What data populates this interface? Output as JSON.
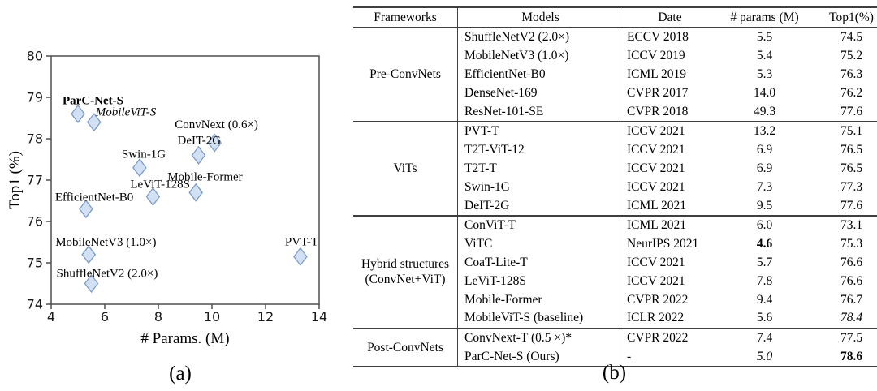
{
  "captions": {
    "a": "(a)",
    "b": "(b)"
  },
  "chart_data": {
    "type": "scatter",
    "xlabel": "# Params. (M)",
    "ylabel": "Top1 (%)",
    "xlim": [
      4,
      14
    ],
    "ylim": [
      74,
      80
    ],
    "xticks": [
      4,
      6,
      8,
      10,
      12,
      14
    ],
    "yticks": [
      74,
      75,
      76,
      77,
      78,
      79,
      80
    ],
    "grid": false,
    "legend": "none",
    "marker": "diamond",
    "marker_fill": "#d2e0f3",
    "marker_stroke": "#7e9cc8",
    "axis_color": "#4f4f4f",
    "points": [
      {
        "label": "ParC-Net-S",
        "x": 5.0,
        "y": 78.6,
        "label_style": "bold",
        "label_dx": -19,
        "label_dy": -12
      },
      {
        "label": "MobileViT-S",
        "x": 5.6,
        "y": 78.4,
        "label_style": "italic",
        "label_dx": 2,
        "label_dy": -8
      },
      {
        "label": "ConvNext (0.6×)",
        "x": 10.1,
        "y": 77.9,
        "label_style": "normal",
        "label_dx": -49,
        "label_dy": -18
      },
      {
        "label": "DeIT-2G",
        "x": 9.5,
        "y": 77.6,
        "label_style": "normal",
        "label_dx": -26,
        "label_dy": -14
      },
      {
        "label": "Swin-1G",
        "x": 7.3,
        "y": 77.3,
        "label_style": "normal",
        "label_dx": -22,
        "label_dy": -12
      },
      {
        "label": "Mobile-Former",
        "x": 9.4,
        "y": 76.7,
        "label_style": "normal",
        "label_dx": -35,
        "label_dy": -15
      },
      {
        "label": "LeViT-128S",
        "x": 7.8,
        "y": 76.6,
        "label_style": "normal",
        "label_dx": -28,
        "label_dy": -11
      },
      {
        "label": "EfficientNet-B0",
        "x": 5.3,
        "y": 76.3,
        "label_style": "normal",
        "label_dx": -38,
        "label_dy": -10
      },
      {
        "label": "MobileNetV3 (1.0×)",
        "x": 5.4,
        "y": 75.2,
        "label_style": "normal",
        "label_dx": -41,
        "label_dy": -11
      },
      {
        "label": "ShuffleNetV2 (2.0×)",
        "x": 5.5,
        "y": 74.5,
        "label_style": "normal",
        "label_dx": -43,
        "label_dy": -8
      },
      {
        "label": "PVT-T",
        "x": 13.3,
        "y": 75.15,
        "label_style": "normal",
        "label_dx": -19,
        "label_dy": -14
      }
    ]
  },
  "table": {
    "headers": [
      "Frameworks",
      "Models",
      "Date",
      "# params (M)",
      "Top1(%)"
    ],
    "sections": [
      {
        "framework": "Pre-ConvNets",
        "rows": [
          {
            "model": "ShuffleNetV2 (2.0×)",
            "date": "ECCV 2018",
            "params": "5.5",
            "top1": "74.5"
          },
          {
            "model": "MobileNetV3 (1.0×)",
            "date": "ICCV 2019",
            "params": "5.4",
            "top1": "75.2"
          },
          {
            "model": "EfficientNet-B0",
            "date": "ICML 2019",
            "params": "5.3",
            "top1": "76.3"
          },
          {
            "model": "DenseNet-169",
            "date": "CVPR 2017",
            "params": "14.0",
            "top1": "76.2"
          },
          {
            "model": "ResNet-101-SE",
            "date": "CVPR 2018",
            "params": "49.3",
            "top1": "77.6"
          }
        ]
      },
      {
        "framework": "ViTs",
        "rows": [
          {
            "model": "PVT-T",
            "date": "ICCV 2021",
            "params": "13.2",
            "top1": "75.1"
          },
          {
            "model": "T2T-ViT-12",
            "date": "ICCV 2021",
            "params": "6.9",
            "top1": "76.5"
          },
          {
            "model": "T2T-T",
            "date": "ICCV 2021",
            "params": "6.9",
            "top1": "76.5"
          },
          {
            "model": "Swin-1G",
            "date": "ICCV 2021",
            "params": "7.3",
            "top1": "77.3"
          },
          {
            "model": "DeIT-2G",
            "date": "ICML 2021",
            "params": "9.5",
            "top1": "77.6"
          }
        ]
      },
      {
        "framework": "Hybrid structures\n(ConvNet+ViT)",
        "rows": [
          {
            "model": "ConViT-T",
            "date": "ICML 2021",
            "params": "6.0",
            "top1": "73.1"
          },
          {
            "model": "ViTC",
            "date": "NeurIPS 2021",
            "params": "4.6",
            "top1": "75.3",
            "params_style": "bold"
          },
          {
            "model": "CoaT-Lite-T",
            "date": "ICCV 2021",
            "params": "5.7",
            "top1": "76.6"
          },
          {
            "model": "LeViT-128S",
            "date": "ICCV 2021",
            "params": "7.8",
            "top1": "76.6"
          },
          {
            "model": "Mobile-Former",
            "date": "CVPR 2022",
            "params": "9.4",
            "top1": "76.7"
          },
          {
            "model": "MobileViT-S (baseline)",
            "date": "ICLR 2022",
            "params": "5.6",
            "top1": "78.4",
            "top1_style": "italic"
          }
        ]
      },
      {
        "framework": "Post-ConvNets",
        "rows": [
          {
            "model": "ConvNext-T (0.5 ×)*",
            "date": "CVPR 2022",
            "params": "7.4",
            "top1": "77.5"
          },
          {
            "model": "ParC-Net-S  (Ours)",
            "date": "-",
            "params": "5.0",
            "top1": "78.6",
            "params_style": "italic",
            "top1_style": "bold"
          }
        ]
      }
    ]
  }
}
